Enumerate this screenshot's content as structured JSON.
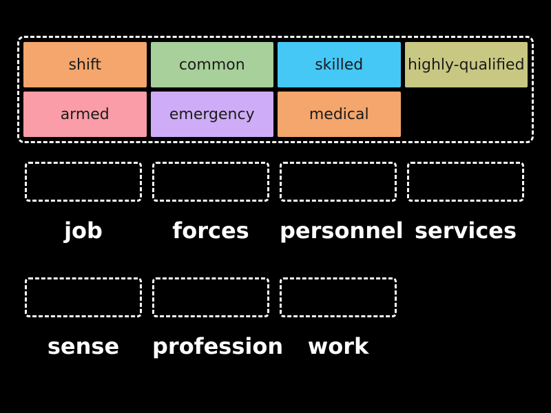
{
  "colors": {
    "background": "#000000",
    "dashed_border": "#ffffff",
    "tile_text": "#1b1b1b",
    "label_text": "#ffffff"
  },
  "word_bank": {
    "tiles": [
      {
        "label": "shift",
        "color": "#f4a66c"
      },
      {
        "label": "common",
        "color": "#a8d09a"
      },
      {
        "label": "skilled",
        "color": "#45c8f5"
      },
      {
        "label": "highly-qualified",
        "color": "#c9c883"
      },
      {
        "label": "armed",
        "color": "#fa9da8"
      },
      {
        "label": "emergency",
        "color": "#cfacf7"
      },
      {
        "label": "medical",
        "color": "#f4a66c"
      }
    ]
  },
  "groups": [
    {
      "labels": [
        "job",
        "forces",
        "personnel",
        "services"
      ]
    },
    {
      "labels": [
        "sense",
        "profession",
        "work"
      ]
    }
  ]
}
